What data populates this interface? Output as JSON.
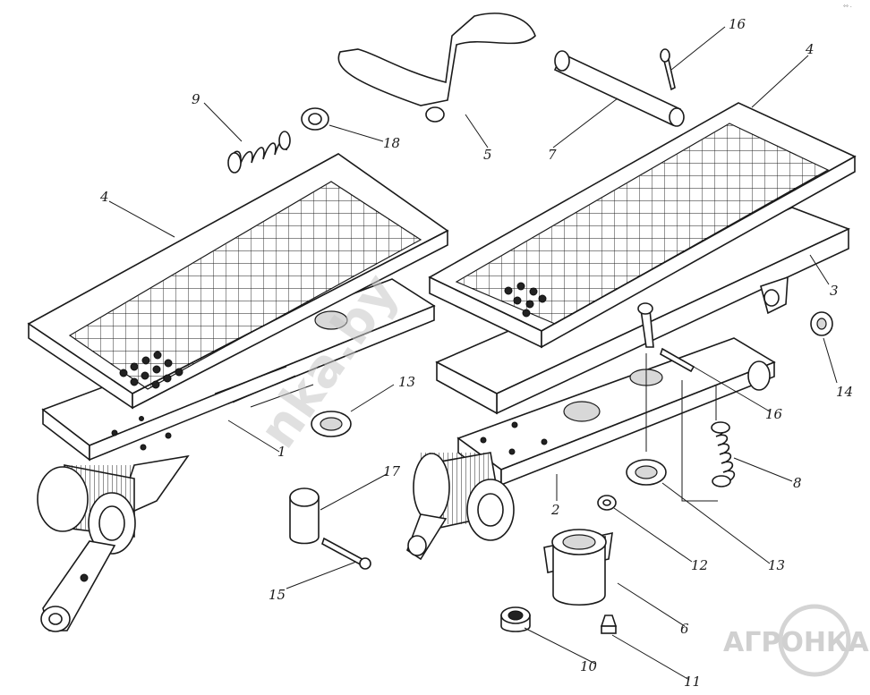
{
  "callouts": {
    "c1": "1",
    "c2": "2",
    "c3": "3",
    "c4a": "4",
    "c4b": "4",
    "c5": "5",
    "c6": "6",
    "c7": "7",
    "c8": "8",
    "c9": "9",
    "c10": "10",
    "c11": "11",
    "c12": "12",
    "c13a": "13",
    "c13b": "13",
    "c14": "14",
    "c15": "15",
    "c16a": "16",
    "c16b": "16",
    "c17": "17",
    "c18": "18"
  },
  "watermark": {
    "text": "nka.by",
    "logo": "АГРОНКА"
  },
  "corner_mark": "°° ·"
}
